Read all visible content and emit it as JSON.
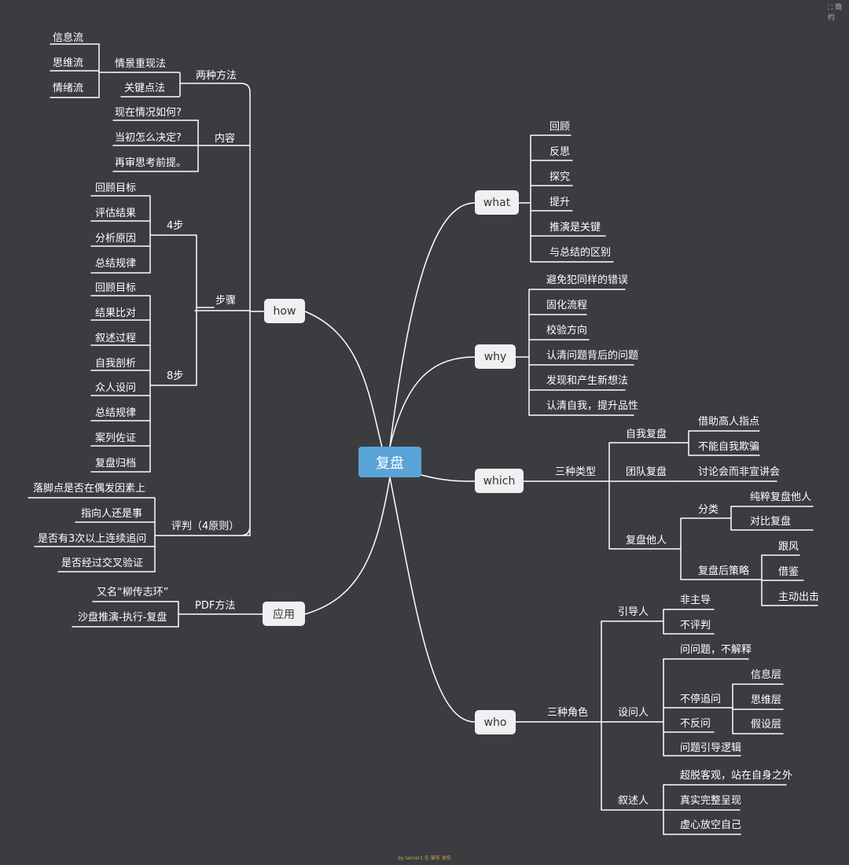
{
  "root": "复盘",
  "corner_label": "⛶ 简约",
  "footer": "by lancer1 在 幕布 发布",
  "how": {
    "label": "how",
    "two_methods": "两种方法",
    "scene": "情景重现法",
    "scene_items": [
      "信息流",
      "思维流",
      "情绪流"
    ],
    "keypoint": "关键点法",
    "content": "内容",
    "content_items": [
      "现在情况如何?",
      "当初怎么决定?",
      "再审思考前提。"
    ],
    "steps": "步骤",
    "four_steps": "4步",
    "four_items": [
      "回顾目标",
      "评估结果",
      "分析原因",
      "总结规律"
    ],
    "eight_steps": "8步",
    "eight_items": [
      "回顾目标",
      "结果比对",
      "叙述过程",
      "自我剖析",
      "众人设问",
      "总结规律",
      "案列佐证",
      "复盘归档"
    ],
    "judge": "评判（4原则）",
    "judge_items": [
      "落脚点是否在偶发因素上",
      "指向人还是事",
      "是否有3次以上连续追问",
      "是否经过交叉验证"
    ]
  },
  "apply": {
    "label": "应用",
    "pdf": "PDF方法",
    "pdf_items": [
      "又名“柳传志环”",
      "沙盘推演-执行-复盘"
    ]
  },
  "what": {
    "label": "what",
    "items": [
      "回顾",
      "反思",
      "探究",
      "提升",
      "推演是关键",
      "与总结的区别"
    ]
  },
  "why": {
    "label": "why",
    "items": [
      "避免犯同样的错误",
      "固化流程",
      "校验方向",
      "认清问题背后的问题",
      "发现和产生新想法",
      "认清自我，提升品性"
    ]
  },
  "which": {
    "label": "which",
    "types": "三种类型",
    "self": "自我复盘",
    "self_items": [
      "借助高人指点",
      "不能自我欺骗"
    ],
    "team": "团队复盘",
    "team_item": "讨论会而非宣讲会",
    "others": "复盘他人",
    "classify": "分类",
    "classify_items": [
      "纯粹复盘他人",
      "对比复盘"
    ],
    "strategy": "复盘后策略",
    "strategy_items": [
      "跟风",
      "借鉴",
      "主动出击"
    ]
  },
  "who": {
    "label": "who",
    "roles": "三种角色",
    "guide": "引导人",
    "guide_items": [
      "非主导",
      "不评判"
    ],
    "asker": "设问人",
    "ask_no_explain": "问问题，不解释",
    "keep_asking": "不停追问",
    "layers": [
      "信息层",
      "思维层",
      "假设层"
    ],
    "no_counter": "不反问",
    "logic": "问题引导逻辑",
    "narrator": "叙述人",
    "narrator_items": [
      "超脱客观，站在自身之外",
      "真实完整呈现",
      "虚心放空自己"
    ]
  }
}
